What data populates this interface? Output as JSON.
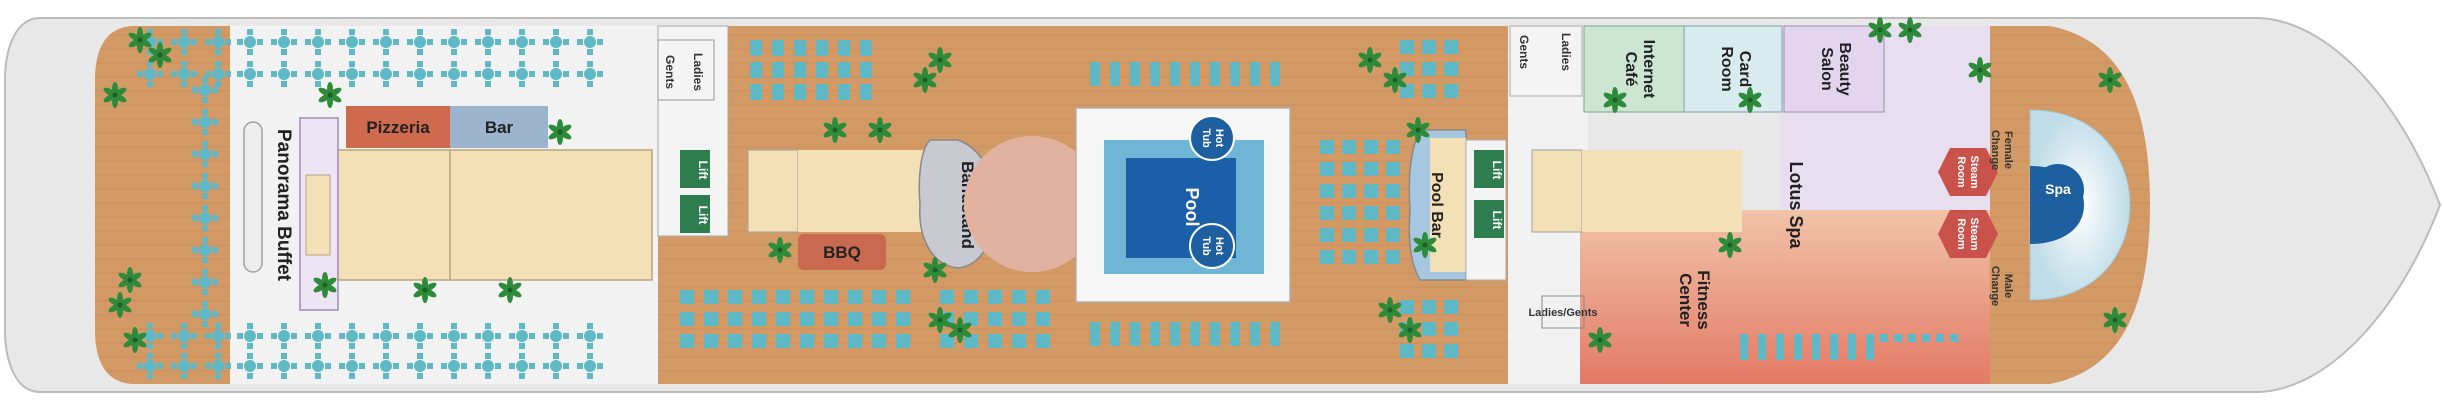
{
  "labels": {
    "panorama_buffet": "Panorama Buffet",
    "pizzeria": "Pizzeria",
    "bar": "Bar",
    "lift": "Lift",
    "gents": "Gents",
    "ladies": "Ladies",
    "bandstand": "Bandstand",
    "bbq": "BBQ",
    "hot": "Hot",
    "tub": "Tub",
    "pool": "Pool",
    "pool_bar": "Pool Bar",
    "internet": "Internet",
    "cafe": "Café",
    "card": "Card",
    "room": "Room",
    "beauty": "Beauty",
    "salon": "Salon",
    "lotus_spa": "Lotus Spa",
    "fitness": "Fitness",
    "center": "Center",
    "ladies_gents": "Ladies/Gents",
    "steam": "Steam",
    "female": "Female",
    "male": "Male",
    "change": "Change",
    "spa": "Spa"
  },
  "colors": {
    "deck_wood": "#d4a271",
    "deck_floor": "#f3dfb8",
    "lift_green": "#2e7d4f",
    "pool_blue": "#1a5fa8",
    "hot_tub_blue": "#1e5fa0",
    "bar_blue": "#9db4cf",
    "pizzeria_red": "#d06a4e",
    "bbq_red": "#c9694f",
    "teal": "#5fb8c6",
    "palm_green": "#2e8b3a",
    "spa_purple": "#c7b0d6",
    "fitness_red": "#e58a78",
    "hull_gray": "#dcdcdc"
  }
}
